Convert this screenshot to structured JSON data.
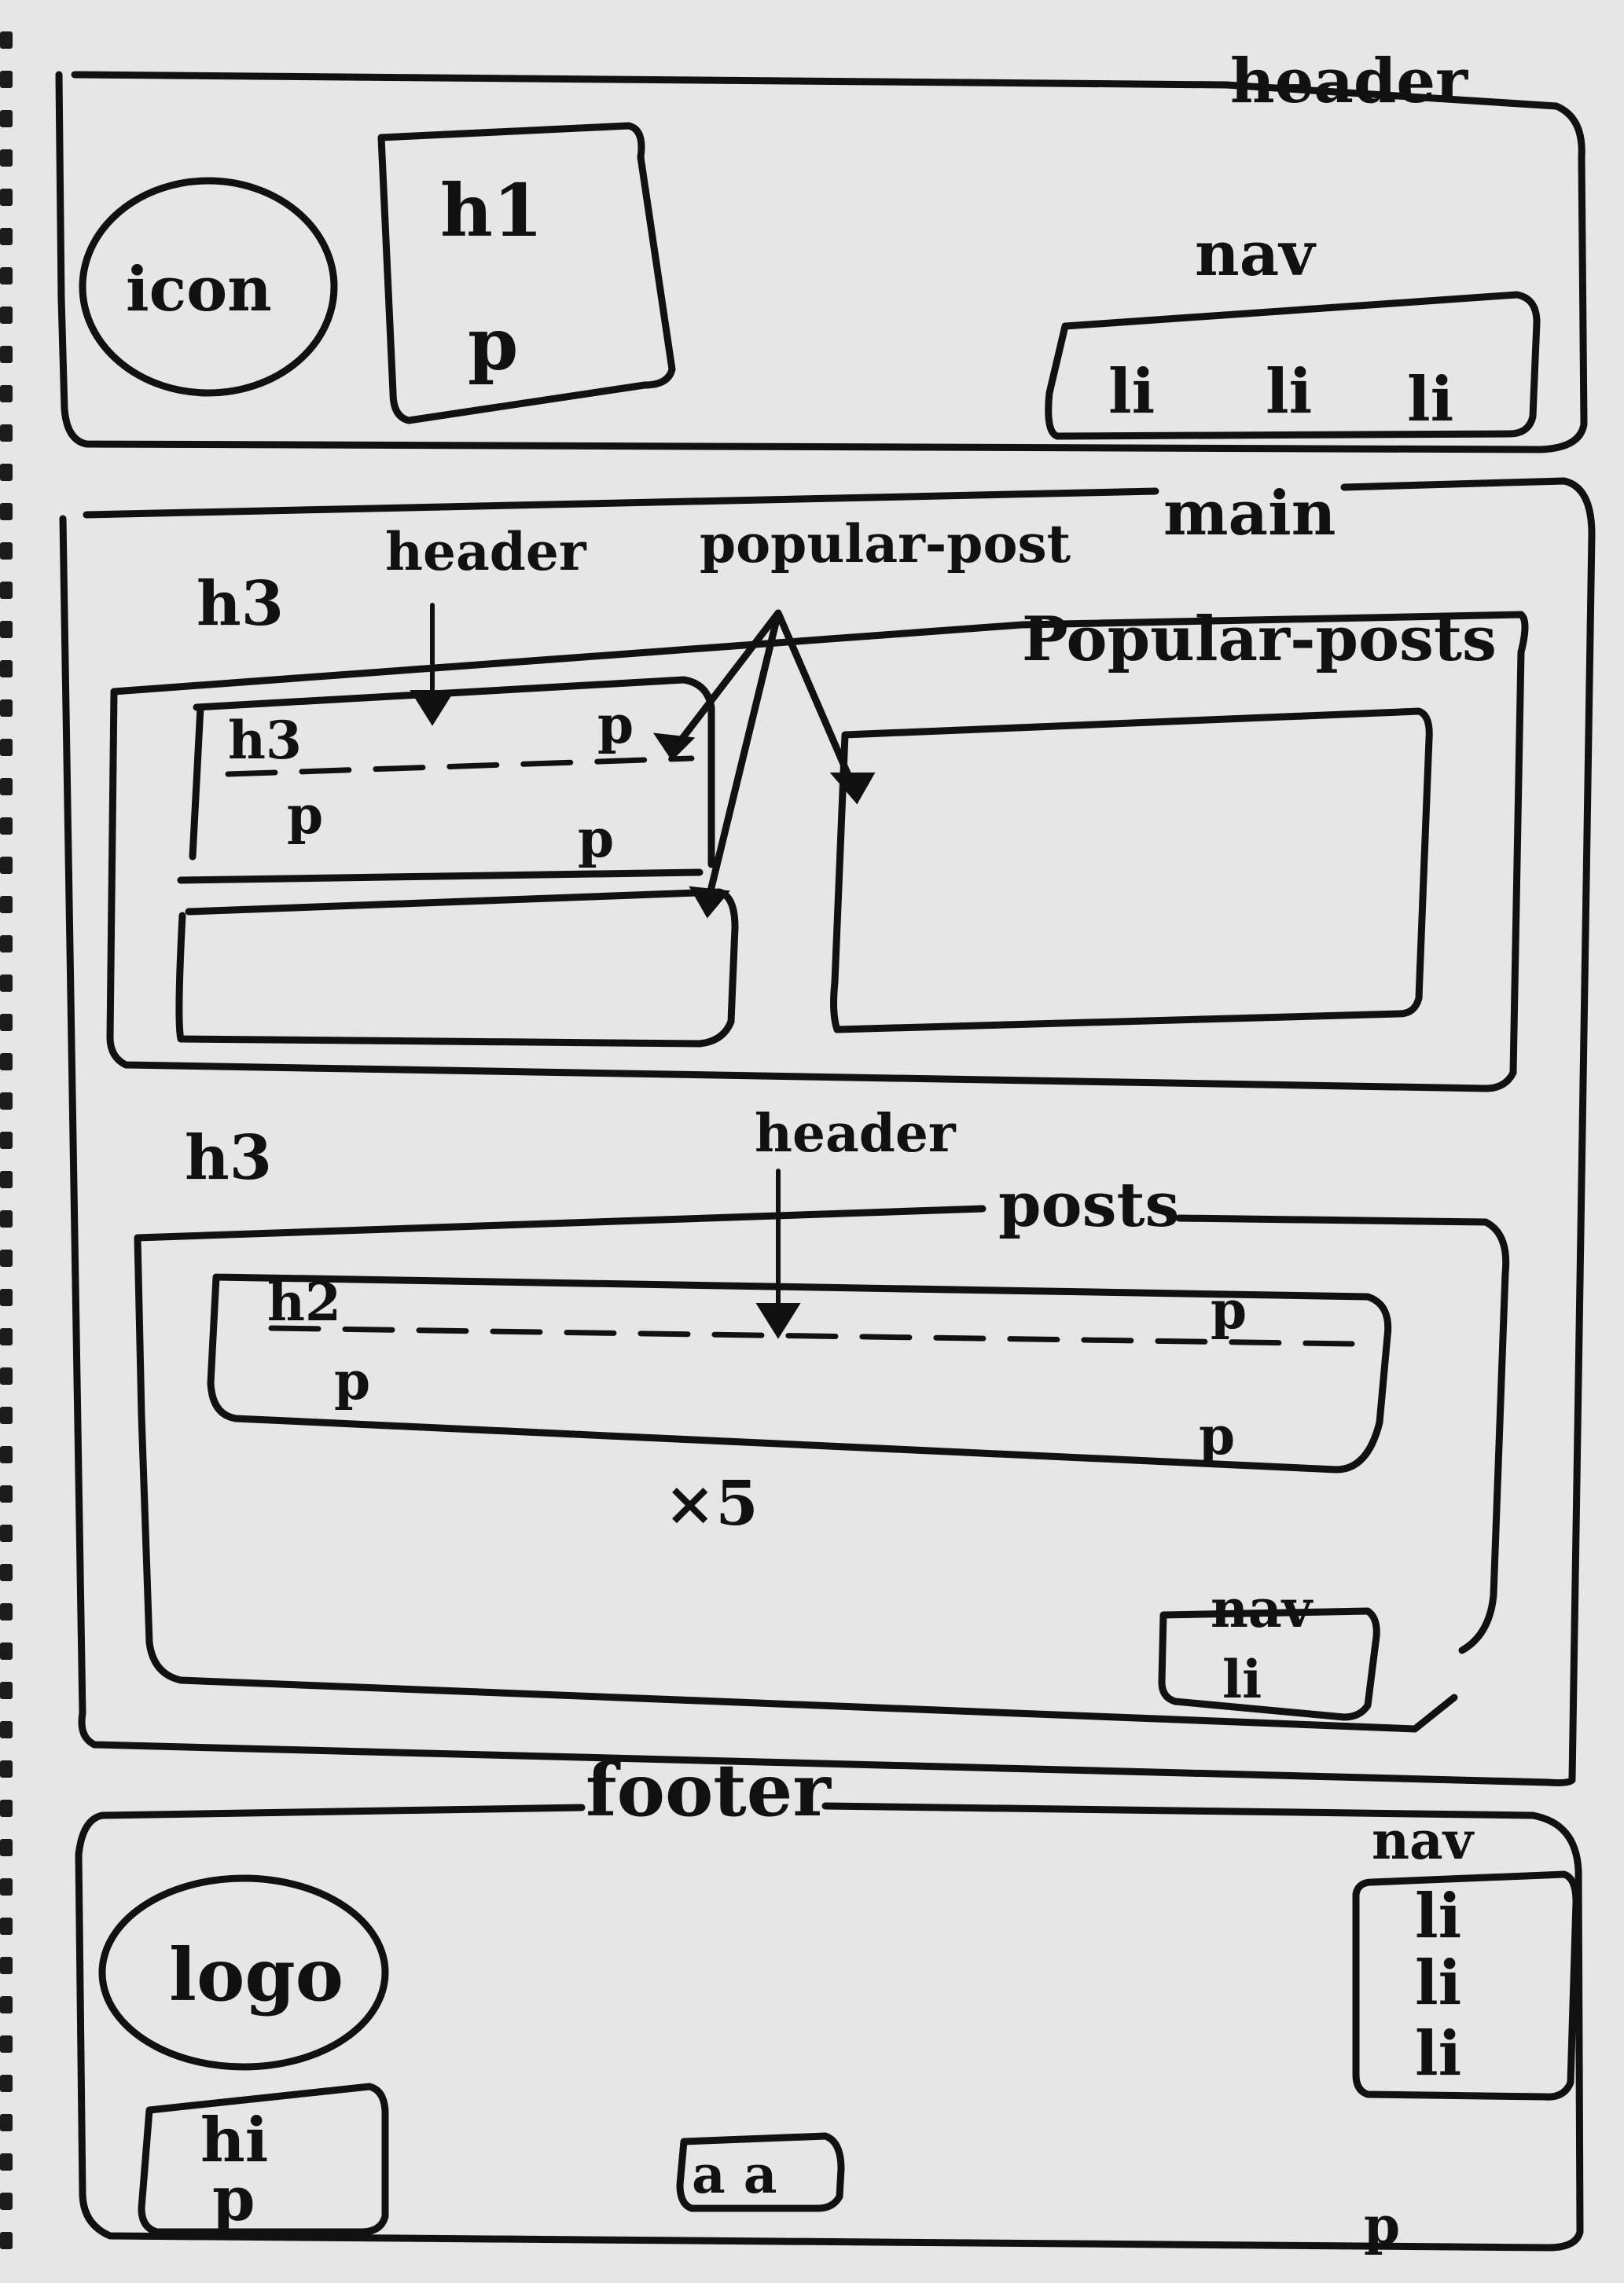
{
  "header": {
    "title": "header",
    "icon_label": "icon",
    "h1_label": "h1",
    "p_label": "p",
    "nav_title": "nav",
    "nav_items": [
      "li",
      "li",
      "li"
    ]
  },
  "main": {
    "title": "main",
    "popular": {
      "h3_label": "h3",
      "header_annotation": "header",
      "post_annotation": "popular-post",
      "box_title": "Popular-posts",
      "card_h3": "h3",
      "card_p_top": "p",
      "card_p_left": "p",
      "card_p_bottom": "p"
    },
    "posts": {
      "h3_label": "h3",
      "header_annotation": "header",
      "box_title": "posts",
      "row_h2": "h2",
      "row_p_left": "p",
      "row_p_top": "p",
      "row_p_bottom": "p",
      "repeat_note": "×5",
      "nav_title": "nav",
      "nav_item": "li"
    }
  },
  "footer": {
    "title": "footer",
    "logo_label": "logo",
    "h_label": "hi",
    "p_label": "p",
    "center_label": "a a",
    "nav_title": "nav",
    "nav_items": [
      "li",
      "li",
      "li"
    ],
    "bottom_p": "p"
  }
}
